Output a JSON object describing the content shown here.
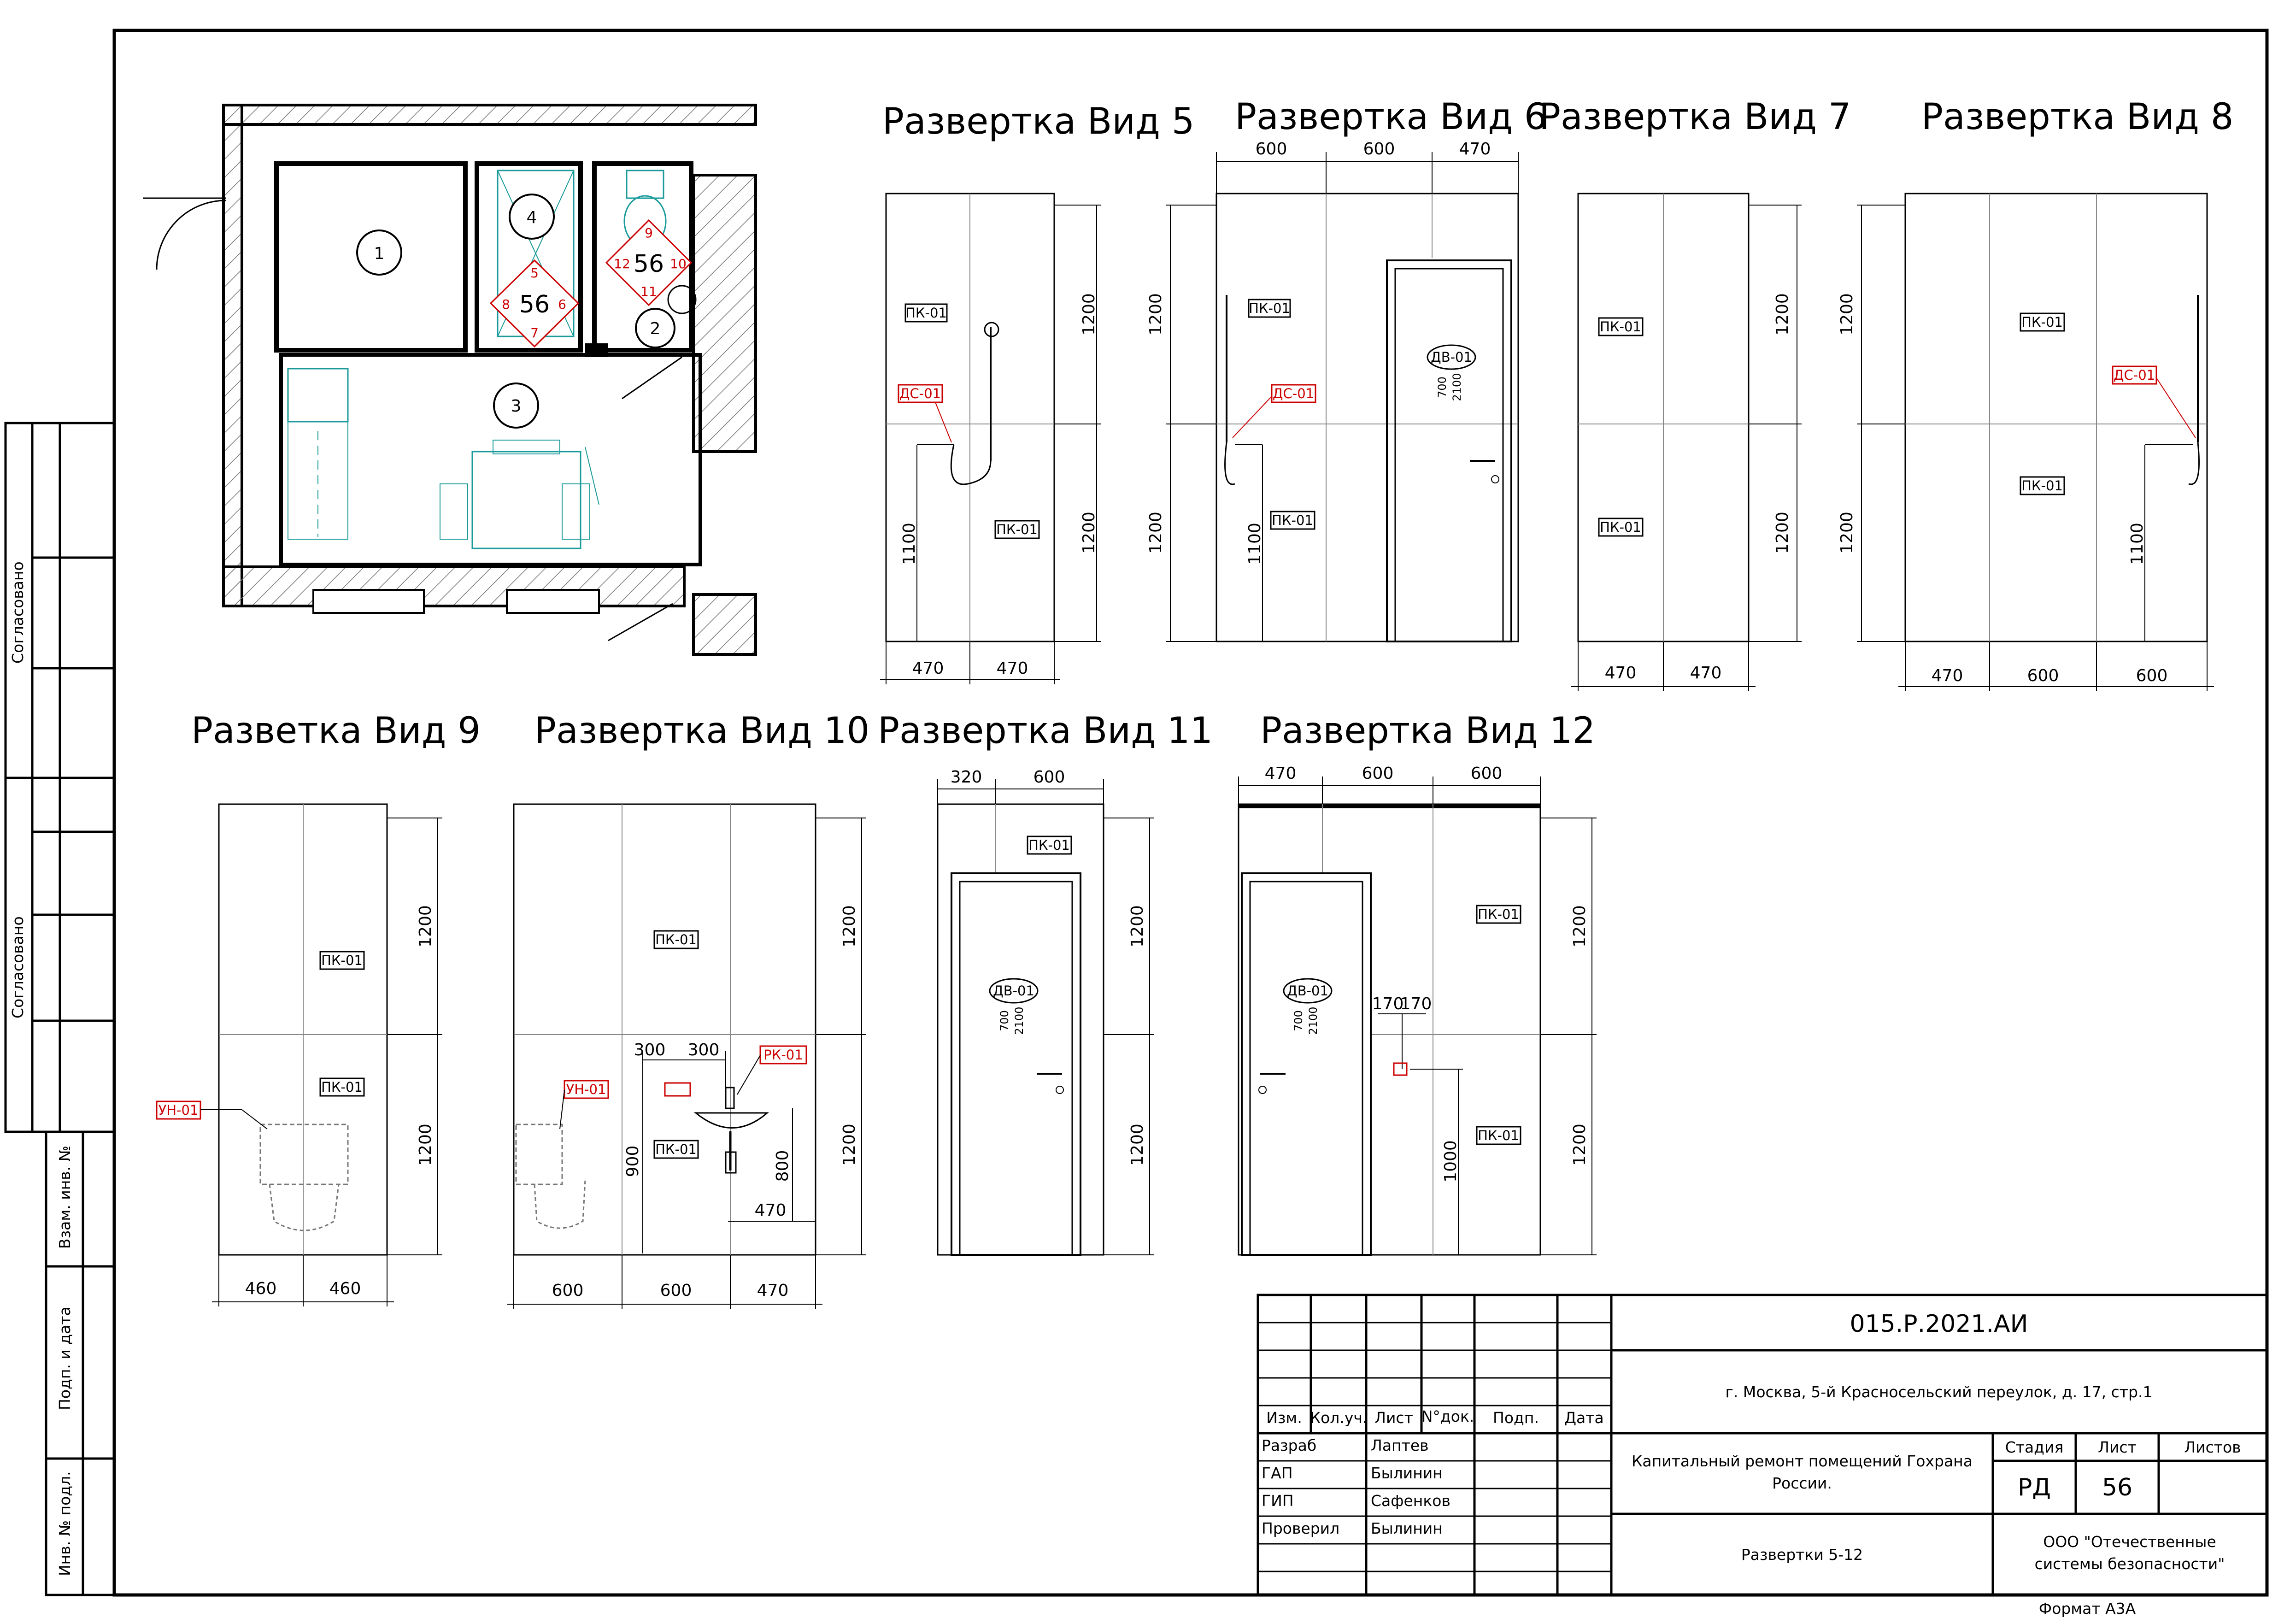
{
  "views": {
    "v5": {
      "title": "Развертка Вид 5",
      "dims_bottom": [
        "470",
        "470"
      ],
      "dims_right": [
        "1200",
        "1200"
      ],
      "dim_inner": "1100",
      "tags": [
        "ПК-01",
        "ДС-01",
        "ПК-01"
      ]
    },
    "v6": {
      "title": "Развертка Вид 6",
      "dims_top": [
        "600",
        "600",
        "470"
      ],
      "dims_left": [
        "1200",
        "1200"
      ],
      "dim_inner": "1100",
      "tags": [
        "ПК-01",
        "ДС-01",
        "ПК-01"
      ],
      "door": {
        "tag": "ДВ-01",
        "w": "700",
        "h": "2100"
      }
    },
    "v7": {
      "title": "Развертка Вид 7",
      "dims_bottom": [
        "470",
        "470"
      ],
      "dims_right": [
        "1200",
        "1200"
      ],
      "tags": [
        "ПК-01",
        "ПК-01"
      ]
    },
    "v8": {
      "title": "Развертка Вид 8",
      "dims_bottom": [
        "470",
        "600",
        "600"
      ],
      "dims_left": [
        "1200",
        "1200"
      ],
      "dim_inner": "1100",
      "tags": [
        "ПК-01",
        "ДС-01",
        "ПК-01"
      ]
    },
    "v9": {
      "title": "Разветка Вид 9",
      "dims_bottom": [
        "460",
        "460"
      ],
      "dims_right": [
        "1200",
        "1200"
      ],
      "tags": [
        "ПК-01",
        "ПК-01",
        "УН-01"
      ]
    },
    "v10": {
      "title": "Развертка Вид 10",
      "dims_bottom": [
        "600",
        "600",
        "470"
      ],
      "dims_right": [
        "1200",
        "1200"
      ],
      "dims_inner": [
        "300",
        "300",
        "900",
        "800",
        "470"
      ],
      "tags": [
        "ПК-01",
        "УН-01",
        "РК-01",
        "ПК-01"
      ]
    },
    "v11": {
      "title": "Развертка Вид 11",
      "dims_top": [
        "320",
        "600"
      ],
      "dims_right": [
        "1200",
        "1200"
      ],
      "tags": [
        "ПК-01"
      ],
      "door": {
        "tag": "ДВ-01",
        "w": "700",
        "h": "2100"
      }
    },
    "v12": {
      "title": "Развертка Вид 12",
      "dims_top": [
        "470",
        "600",
        "600"
      ],
      "dims_right": [
        "1200",
        "1200"
      ],
      "dims_inner": [
        "170",
        "170",
        "1000"
      ],
      "tags": [
        "ПК-01",
        "ПК-01"
      ],
      "door": {
        "tag": "ДВ-01",
        "w": "700",
        "h": "2100"
      }
    }
  },
  "plan": {
    "room_numbers": [
      "1",
      "2",
      "3",
      "4"
    ],
    "sheet_refs": [
      "56",
      "56"
    ],
    "view_refs_a": [
      "5",
      "6",
      "7",
      "8"
    ],
    "view_refs_b": [
      "9",
      "10",
      "11",
      "12"
    ]
  },
  "side_labels": {
    "agreed1": "Согласовано",
    "agreed2": "Согласовано",
    "inv_replace": "Взам. инв. №",
    "sign_date": "Подп. и дата",
    "inv_orig": "Инв. № подл."
  },
  "title_block": {
    "code": "015.Р.2021.АИ",
    "address": "г. Москва, 5-й Красносельский переулок, д. 17, стр.1",
    "project": [
      "Капитальный ремонт помещений Гохрана",
      "России."
    ],
    "sheet_title": "Развертки 5-12",
    "org": [
      "ООО \"Отечественные",
      "системы безопасности\""
    ],
    "headers": {
      "izm": "Изм.",
      "kol": "Кол.уч.",
      "list": "Лист",
      "ndoc": "N°док.",
      "podp": "Подп.",
      "data": "Дата"
    },
    "roles": [
      "Разраб",
      "ГАП",
      "ГИП",
      "Проверил"
    ],
    "names": [
      "Лаптев",
      "Былинин",
      "Сафенков",
      "Былинин"
    ],
    "stage_label": "Стадия",
    "sheet_label": "Лист",
    "sheets_label": "Листов",
    "stage": "РД",
    "sheet_no": "56",
    "format": "Формат А3А"
  },
  "colors": {
    "line": "#000000",
    "tag_red": "#cc0000",
    "fixture_cyan": "#1a9a9a",
    "hatch": "#777777"
  }
}
